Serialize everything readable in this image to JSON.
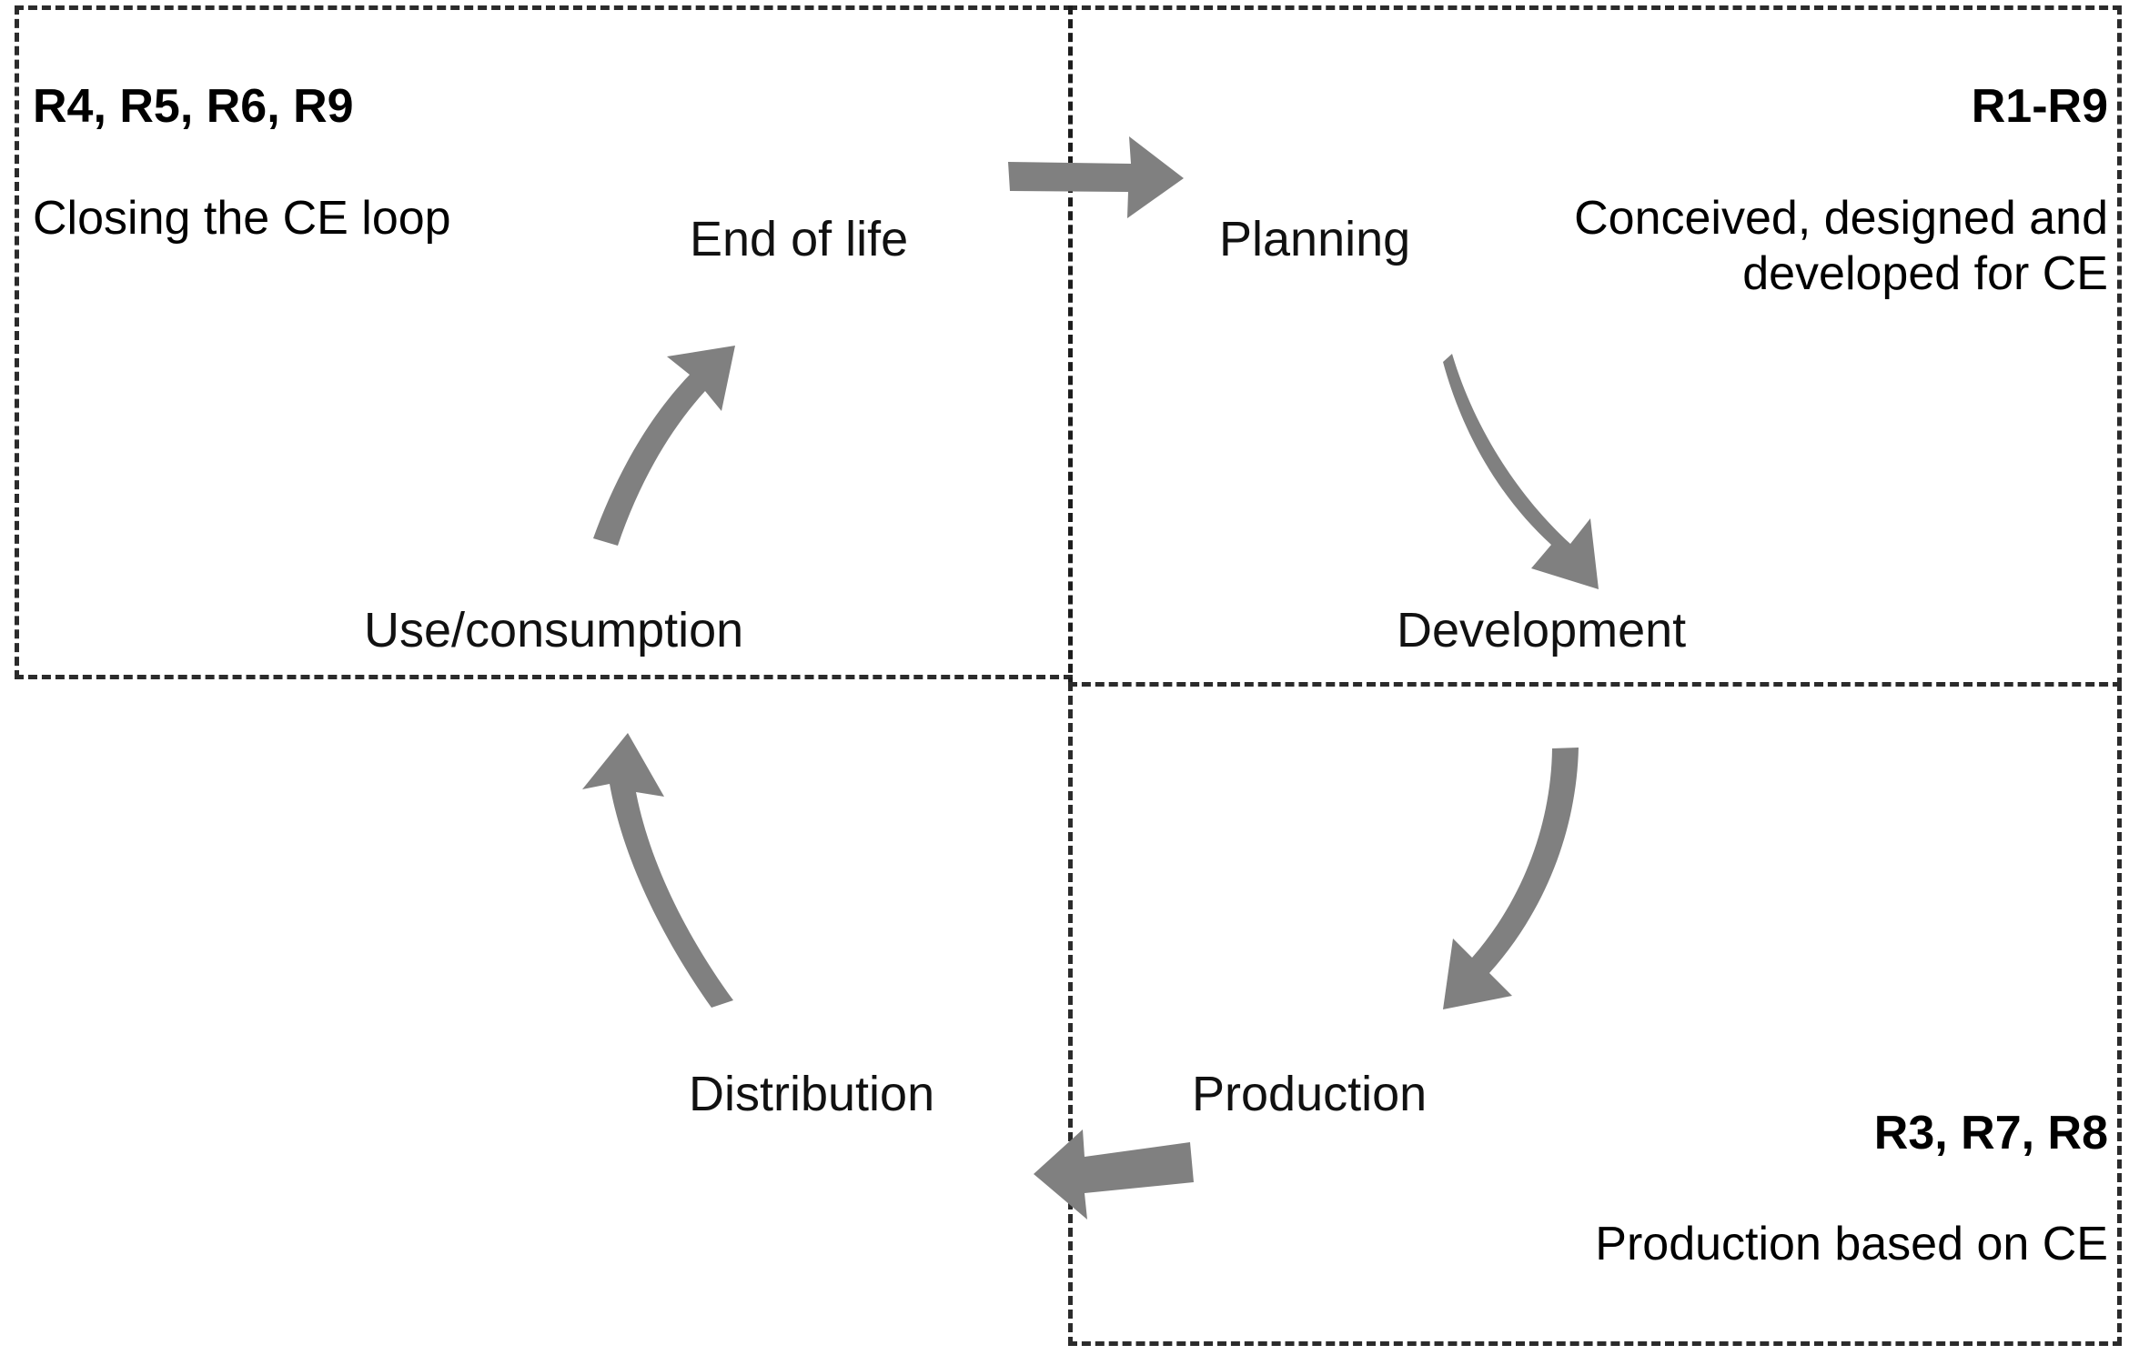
{
  "diagram": {
    "title": "Circular Economy product lifecycle loop",
    "background_color": "#ffffff",
    "border_color": "#2b2b2b",
    "arrow_color": "#808080",
    "text_color": "#000000"
  },
  "annotations": {
    "top_left": {
      "codes": "R4, R5, R6, R9",
      "description": "Closing the CE loop"
    },
    "top_right": {
      "codes": "R1-R9",
      "description": "Conceived, designed and developed for CE"
    },
    "bottom_right": {
      "codes": "R3, R7, R8",
      "description": "Production based on CE"
    }
  },
  "stages": {
    "end_of_life": "End of life",
    "planning": "Planning",
    "use_consumption": "Use/consumption",
    "development": "Development",
    "distribution": "Distribution",
    "production": "Production"
  },
  "arrows": [
    {
      "name": "end-of-life-to-planning",
      "from": "End of life",
      "to": "Planning",
      "direction": "right"
    },
    {
      "name": "planning-to-development",
      "from": "Planning",
      "to": "Development",
      "direction": "down-right-curved"
    },
    {
      "name": "development-to-production",
      "from": "Development",
      "to": "Production",
      "direction": "down-left-curved"
    },
    {
      "name": "production-to-distribution",
      "from": "Production",
      "to": "Distribution",
      "direction": "left"
    },
    {
      "name": "distribution-to-use",
      "from": "Distribution",
      "to": "Use/consumption",
      "direction": "up-left-curved"
    },
    {
      "name": "use-to-end-of-life",
      "from": "Use/consumption",
      "to": "End of life",
      "direction": "up-right-curved"
    }
  ]
}
